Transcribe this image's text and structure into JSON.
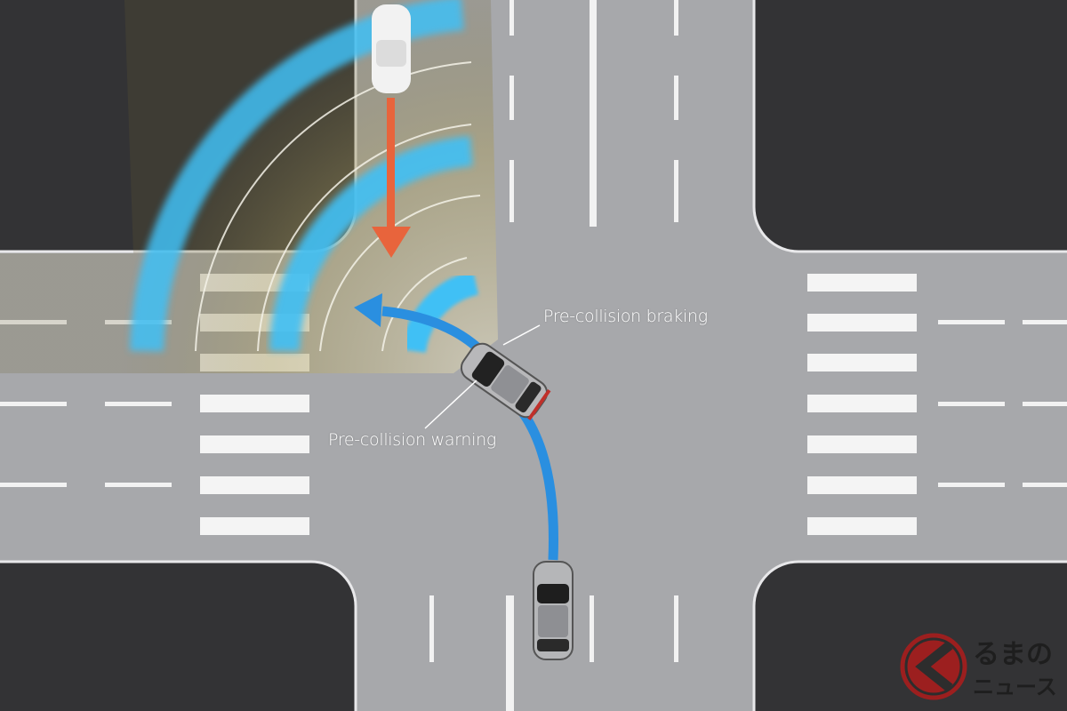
{
  "labels": {
    "braking": "Pre-collision braking",
    "warning": "Pre-collision warning"
  },
  "logo": {
    "text_line1": "るまの",
    "text_line2": "ニュース",
    "full_name": "くるまのニュース"
  },
  "colors": {
    "road": "#a7a8ab",
    "block": "#333335",
    "sensor_blue": "#3fb6f0",
    "path_blue": "#2a8fe0",
    "warning_red": "#e8643c",
    "logo_red": "#9c1f1f"
  }
}
